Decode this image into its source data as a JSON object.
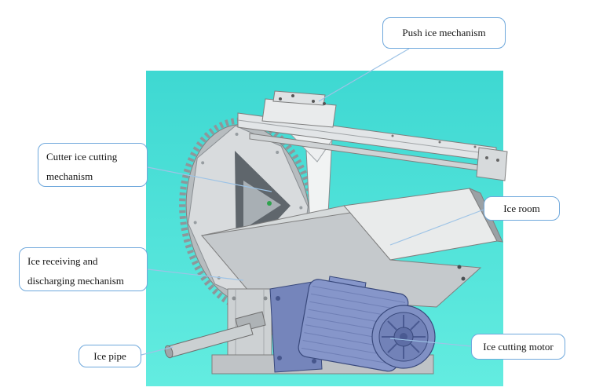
{
  "figure": {
    "colors": {
      "background_top": "#3ED8D2",
      "background_bottom": "#63ECE0",
      "callout_border": "#6FA8DC",
      "leader_line": "#9DC3E6",
      "machine_gray": "#C9CED1",
      "machine_light": "#EDEFEF",
      "motor_blue": "#8696CA"
    },
    "callouts": [
      {
        "id": "push-ice-mechanism",
        "label": "Push ice mechanism"
      },
      {
        "id": "cutter-ice-cutting-mechanism",
        "label": "Cutter ice cutting mechanism"
      },
      {
        "id": "ice-room",
        "label": "Ice room"
      },
      {
        "id": "ice-receiving-and-discharging-mechanism",
        "label": "Ice receiving and discharging mechanism"
      },
      {
        "id": "ice-pipe",
        "label": "Ice pipe"
      },
      {
        "id": "ice-cutting-motor",
        "label": "Ice cutting motor"
      }
    ]
  }
}
